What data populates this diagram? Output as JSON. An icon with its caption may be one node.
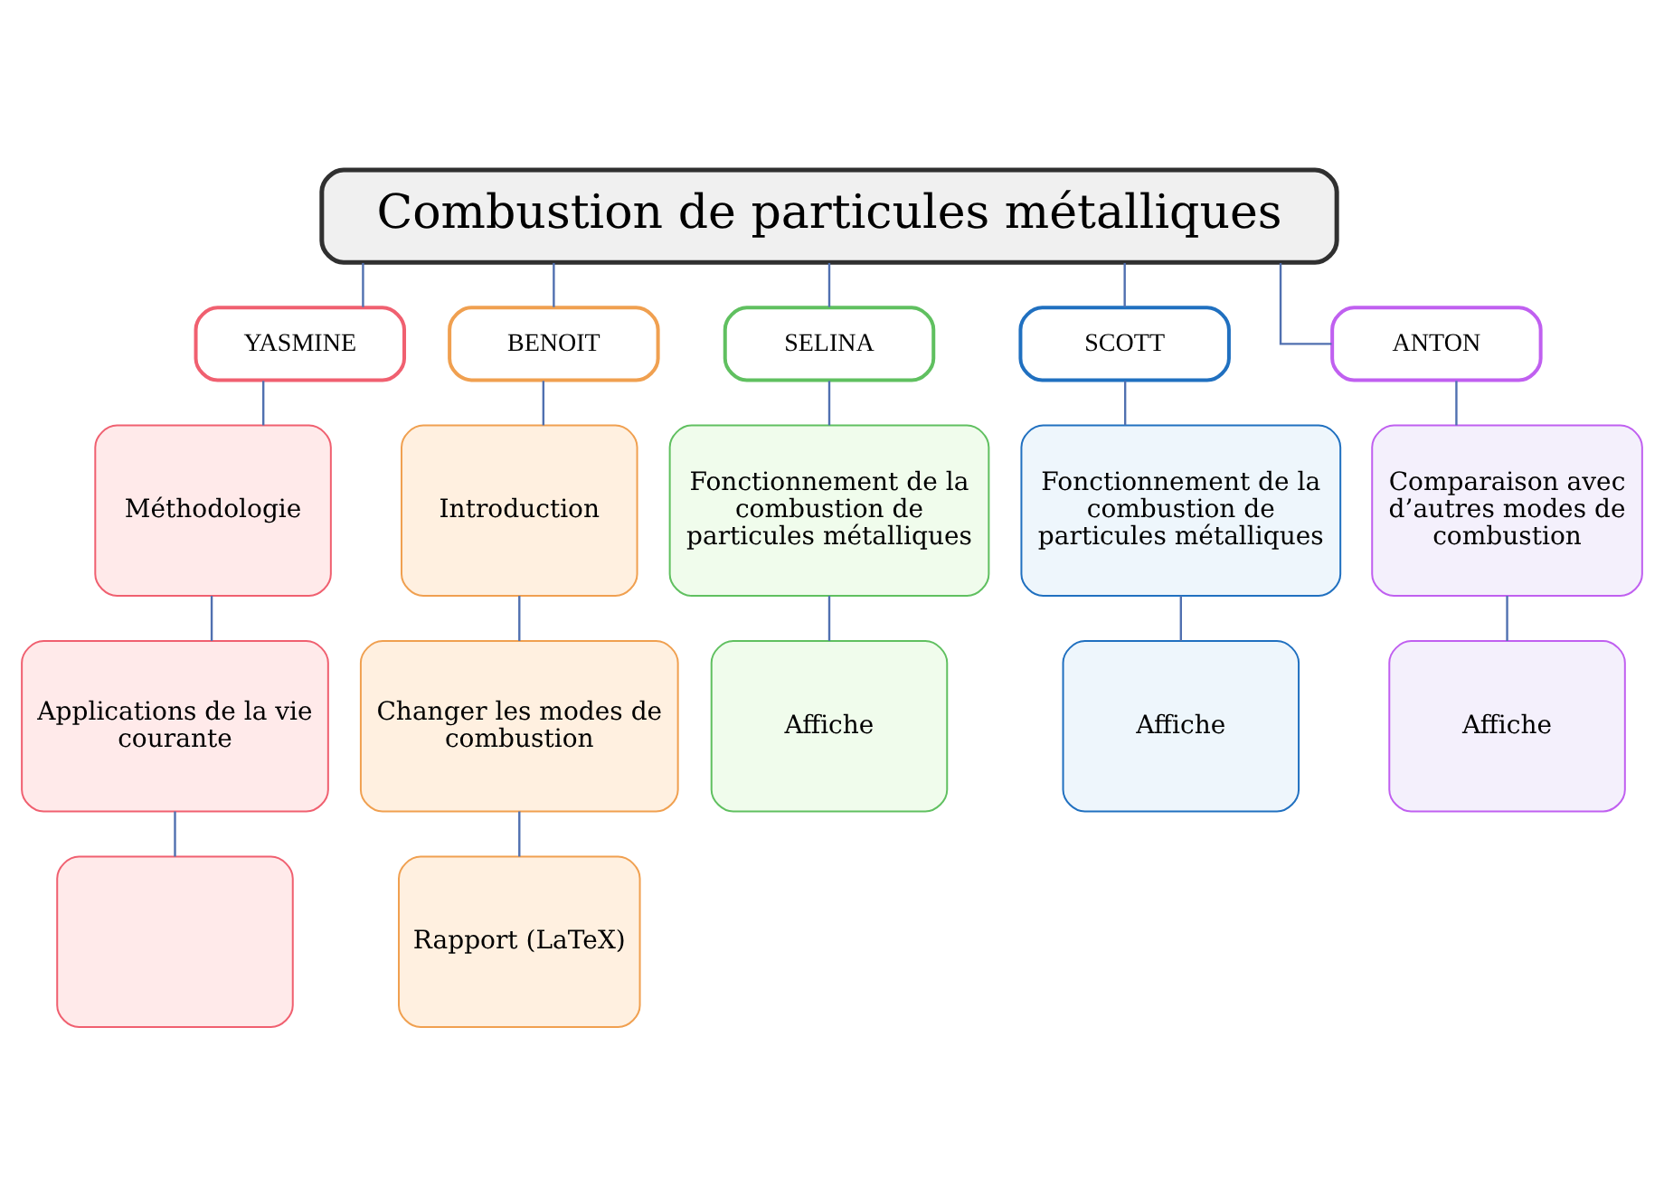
{
  "diagram": {
    "nodes": [
      {
        "text": [
          "Combustion de particules métalliques"
        ]
      },
      {
        "text": [
          "YASMINE"
        ]
      },
      {
        "text": [
          "Méthodologie"
        ]
      },
      {
        "text": [
          "Applications de la vie courante"
        ]
      },
      {
        "text": [],
        "shape": "box"
      },
      {
        "text": [
          "BENOIT"
        ]
      },
      {
        "text": [
          "Introduction"
        ]
      },
      {
        "text": [
          "Changer les modes de combustion"
        ]
      },
      {
        "text": [
          "Rapport (LaTeX)"
        ]
      },
      {
        "text": [
          "SELINA"
        ]
      },
      {
        "text": [
          "Fonctionnement de la combustion de particules métalliques"
        ]
      },
      {
        "text": [
          "Affiche"
        ]
      },
      {
        "text": [
          "SCOTT"
        ]
      },
      {
        "text": [
          "Fonctionnement de la combustion de particules métalliques"
        ]
      },
      {
        "text": [
          "Affiche"
        ]
      },
      {
        "text": [
          "ANTON"
        ]
      },
      {
        "text": [
          "Comparaison avec d’autres modes de combustion"
        ]
      },
      {
        "text": [
          "Affiche"
        ]
      }
    ],
    "edges": [
      {
        "from": 0,
        "to": 1,
        "arrow": "none"
      },
      {
        "from": 0,
        "to": 5,
        "arrow": "none"
      },
      {
        "from": 0,
        "to": 9,
        "arrow": "none"
      },
      {
        "from": 0,
        "to": 12,
        "arrow": "none"
      },
      {
        "from": 0,
        "to": 15,
        "arrow": "none"
      },
      {
        "from": 1,
        "to": 2,
        "arrow": "none"
      },
      {
        "from": 2,
        "to": 3,
        "arrow": "none"
      },
      {
        "from": 3,
        "to": 4,
        "arrow": "none"
      },
      {
        "from": 5,
        "to": 6,
        "arrow": "none"
      },
      {
        "from": 6,
        "to": 7,
        "arrow": "none"
      },
      {
        "from": 7,
        "to": 8,
        "arrow": "none"
      },
      {
        "from": 9,
        "to": 10,
        "arrow": "none"
      },
      {
        "from": 10,
        "to": 11,
        "arrow": "none"
      },
      {
        "from": 12,
        "to": 13,
        "arrow": "none"
      },
      {
        "from": 13,
        "to": 14,
        "arrow": "none"
      },
      {
        "from": 15,
        "to": 16,
        "arrow": "none"
      },
      {
        "from": 16,
        "to": 17,
        "arrow": "none"
      }
    ]
  }
}
